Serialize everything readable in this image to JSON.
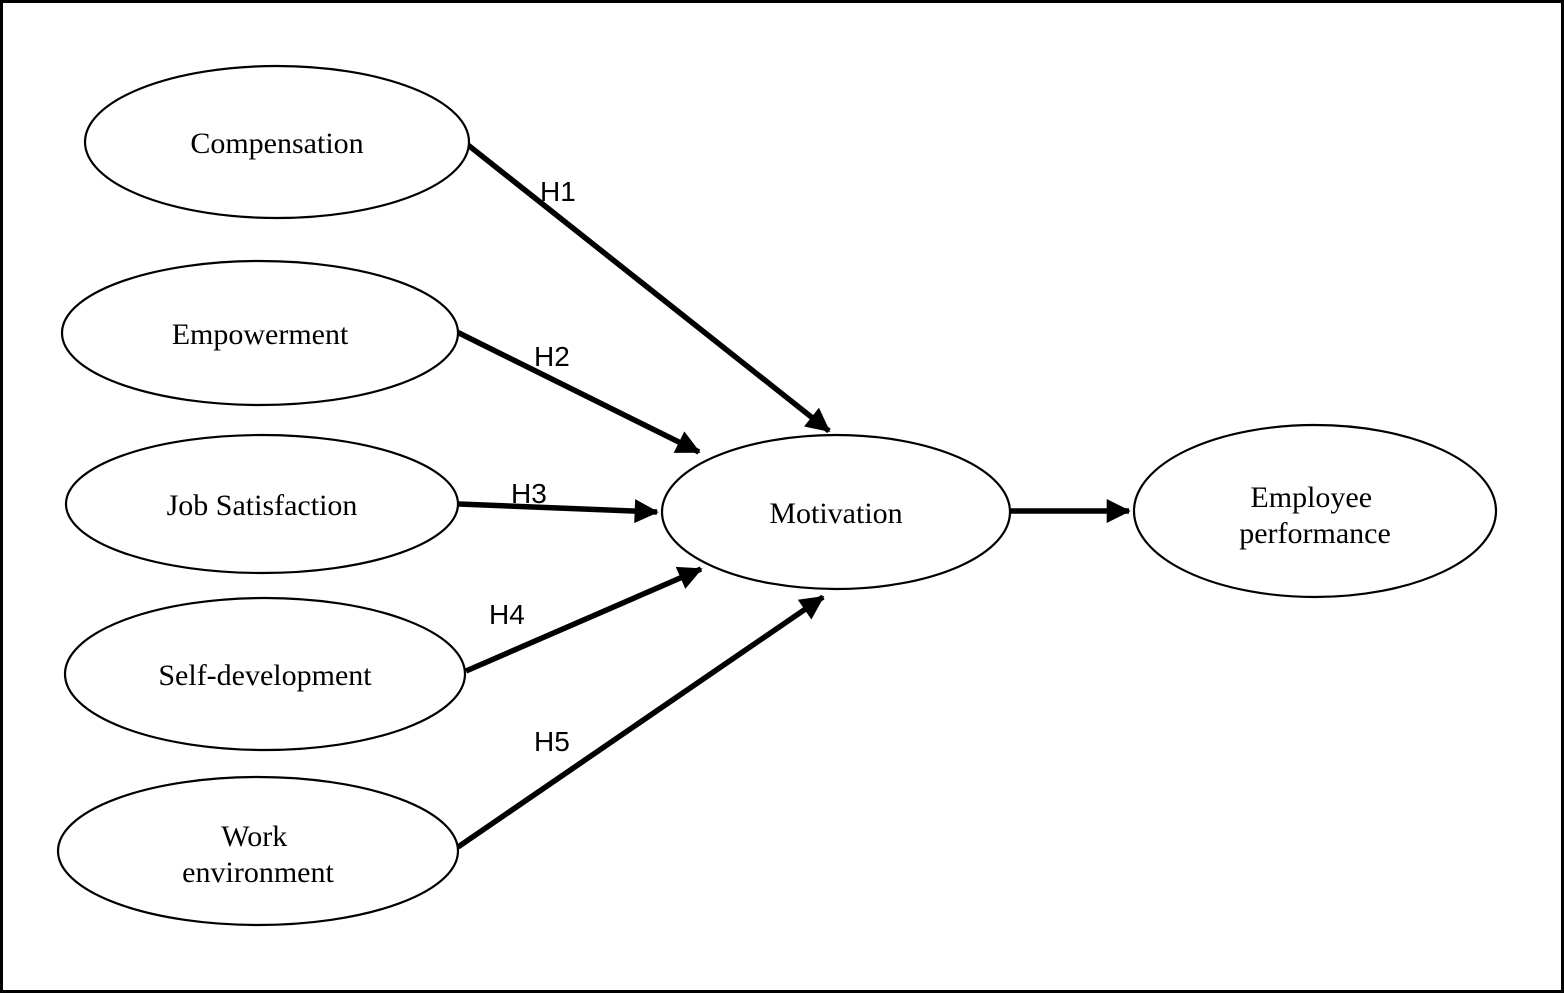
{
  "diagram": {
    "type": "conceptual-model",
    "background_color": "#ffffff",
    "line_color": "#000000",
    "node_fill_color": "#ffffff",
    "nodes": [
      {
        "id": "compensation",
        "label": "Compensation",
        "lines": [
          "Compensation"
        ]
      },
      {
        "id": "empowerment",
        "label": "Empowerment",
        "lines": [
          "Empowerment"
        ]
      },
      {
        "id": "job-satisfaction",
        "label": "Job Satisfaction",
        "lines": [
          "Job Satisfaction"
        ]
      },
      {
        "id": "self-development",
        "label": "Self-development",
        "lines": [
          "Self-development"
        ]
      },
      {
        "id": "work-environment",
        "label": "Work environment",
        "lines": [
          "Work",
          "environment"
        ]
      },
      {
        "id": "motivation",
        "label": "Motivation",
        "lines": [
          "Motivation"
        ]
      },
      {
        "id": "employee-performance",
        "label": "Employee performance",
        "lines": [
          "Employee",
          "performance"
        ]
      }
    ],
    "edges": [
      {
        "label": "H1",
        "from": "compensation",
        "to": "motivation"
      },
      {
        "label": "H2",
        "from": "empowerment",
        "to": "motivation"
      },
      {
        "label": "H3",
        "from": "job-satisfaction",
        "to": "motivation"
      },
      {
        "label": "H4",
        "from": "self-development",
        "to": "motivation"
      },
      {
        "label": "H5",
        "from": "work-environment",
        "to": "motivation"
      },
      {
        "label": "",
        "from": "motivation",
        "to": "employee-performance"
      }
    ]
  }
}
